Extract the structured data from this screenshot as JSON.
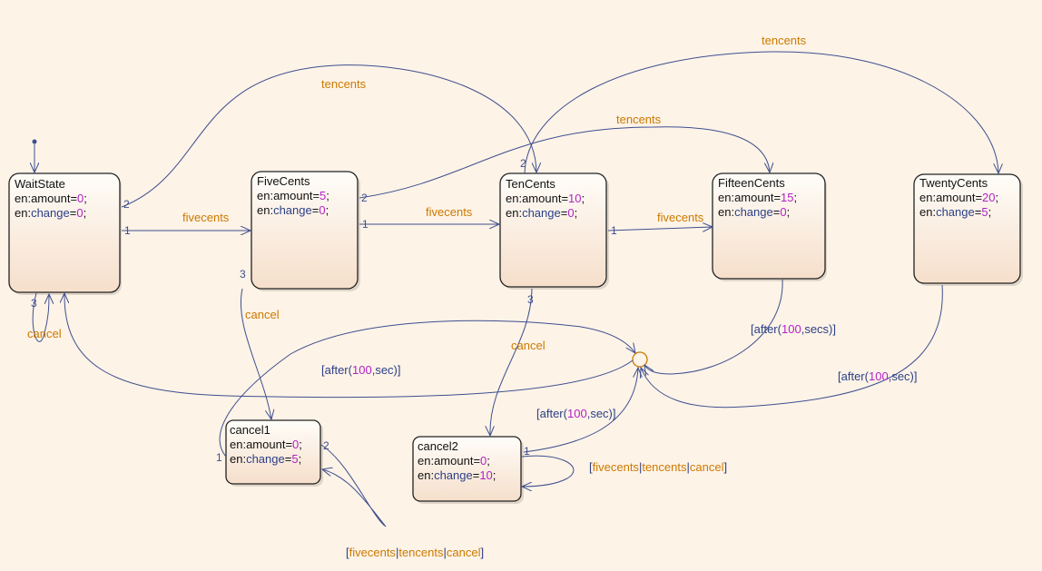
{
  "states": [
    {
      "id": "WaitState",
      "name": "WaitState",
      "amount": "0",
      "change": "0"
    },
    {
      "id": "FiveCents",
      "name": "FiveCents",
      "amount": "5",
      "change": "0"
    },
    {
      "id": "TenCents",
      "name": "TenCents",
      "amount": "10",
      "change": "0"
    },
    {
      "id": "FifteenCents",
      "name": "FifteenCents",
      "amount": "15",
      "change": "0"
    },
    {
      "id": "TwentyCents",
      "name": "TwentyCents",
      "amount": "20",
      "change": "5"
    },
    {
      "id": "cancel1",
      "name": "cancel1",
      "amount": "0",
      "change": "5"
    },
    {
      "id": "cancel2",
      "name": "cancel2",
      "amount": "0",
      "change": "10"
    }
  ],
  "entry": {
    "prefix": "en:",
    "amount_var": "amount",
    "change_var": "change",
    "eq": "=",
    "semi": ";"
  },
  "events": {
    "fivecents": "fivecents",
    "tencents": "tencents",
    "cancel": "cancel",
    "or": "|"
  },
  "after": {
    "fn": "after",
    "open": "[",
    "paren_open": "(",
    "num": "100",
    "comma": ",",
    "paren_close": ")",
    "close": "]",
    "unit_sec": "sec",
    "unit_secs": "secs"
  },
  "indices": {
    "one": "1",
    "two": "2",
    "three": "3"
  },
  "colors": {
    "background": "#fdf3e7",
    "edge": "#3e4f8f",
    "event": "#cc7a00",
    "keyword": "#2b3f86",
    "number": "#b321c9",
    "junction": "#cc7a00"
  }
}
